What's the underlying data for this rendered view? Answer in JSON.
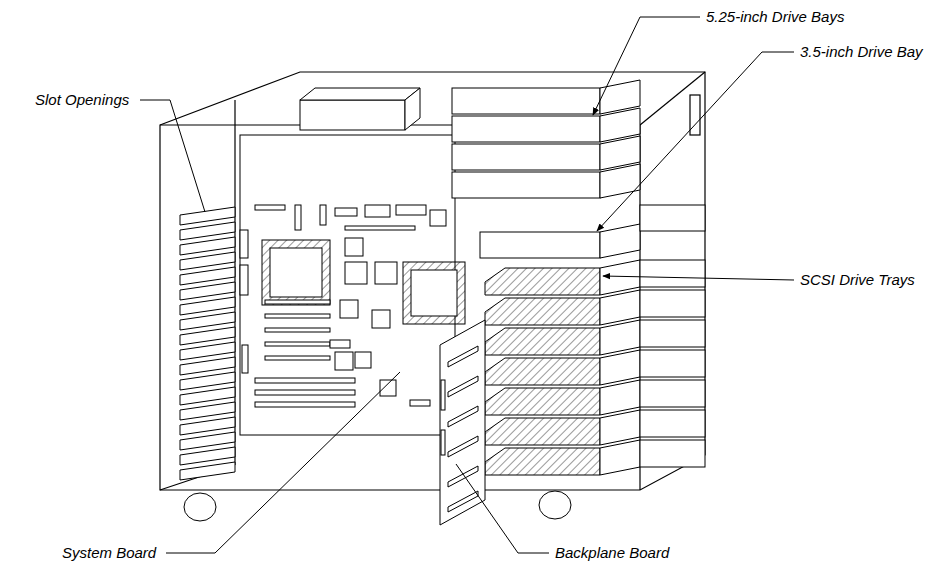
{
  "diagram": {
    "labels": [
      "5.25-inch Drive Bays",
      "3.5-inch Drive Bay",
      "Slot Openings",
      "SCSI Drive Trays",
      "System Board",
      "Backplane Board"
    ]
  }
}
